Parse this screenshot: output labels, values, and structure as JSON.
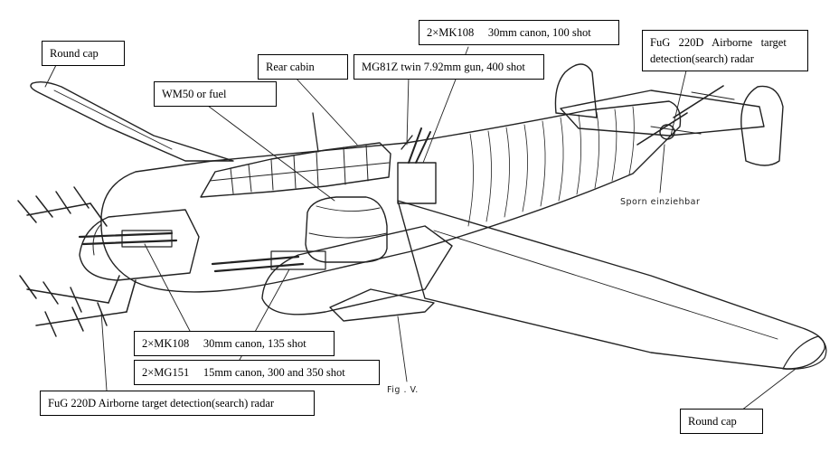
{
  "callouts": {
    "round_cap_left": "Round cap",
    "wm50": "WM50 or fuel",
    "rear_cabin": "Rear cabin",
    "mk108_top": "2×MK108　 30mm canon, 100 shot",
    "mg81z": "MG81Z twin 7.92mm gun, 400 shot",
    "fug_right": "FuG  220D  Airborne  target\ndetection(search) radar",
    "mk108_bottom": "2×MK108　 30mm canon, 135 shot",
    "mg151": "2×MG151　 15mm canon, 300 and 350 shot",
    "fug_left": "FuG 220D Airborne target detection(search) radar",
    "round_cap_right": "Round cap"
  },
  "drawing_labels": {
    "sporn": "Sporn einziehbar",
    "fig": "Fig . V."
  },
  "colors": {
    "line": "#222222",
    "background": "#ffffff"
  }
}
